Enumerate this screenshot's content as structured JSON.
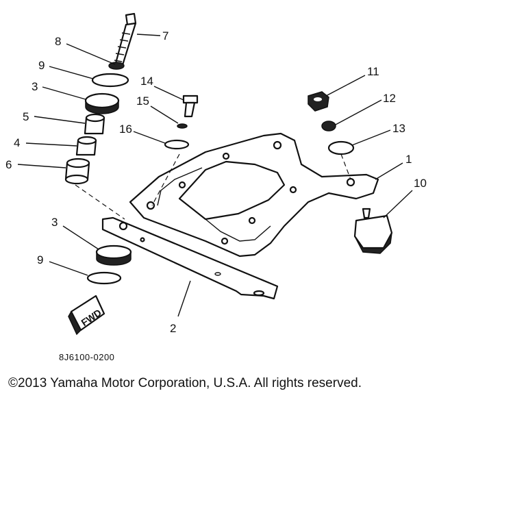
{
  "diagram": {
    "fwd_label": "FWD",
    "callouts": [
      {
        "id": "7",
        "text": "7"
      },
      {
        "id": "8",
        "text": "8"
      },
      {
        "id": "9a",
        "text": "9"
      },
      {
        "id": "3a",
        "text": "3"
      },
      {
        "id": "5",
        "text": "5"
      },
      {
        "id": "4",
        "text": "4"
      },
      {
        "id": "6",
        "text": "6"
      },
      {
        "id": "14",
        "text": "14"
      },
      {
        "id": "15",
        "text": "15"
      },
      {
        "id": "16",
        "text": "16"
      },
      {
        "id": "11",
        "text": "11"
      },
      {
        "id": "12",
        "text": "12"
      },
      {
        "id": "13",
        "text": "13"
      },
      {
        "id": "1",
        "text": "1"
      },
      {
        "id": "10",
        "text": "10"
      },
      {
        "id": "3b",
        "text": "3"
      },
      {
        "id": "9b",
        "text": "9"
      },
      {
        "id": "2",
        "text": "2"
      }
    ]
  },
  "footer": {
    "diagram_code": "8J6100-0200",
    "copyright": "©2013 Yamaha Motor Corporation, U.S.A. All rights reserved."
  }
}
